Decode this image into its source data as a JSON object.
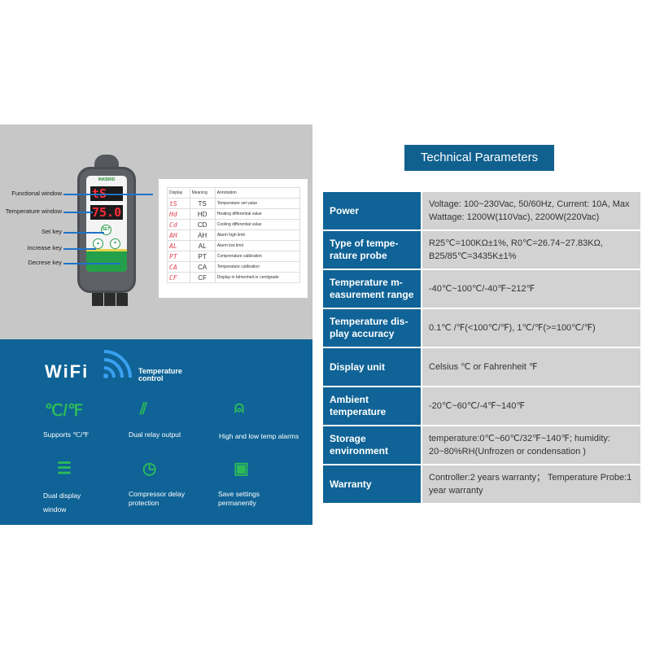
{
  "device": {
    "brand": "INKBIRD",
    "func_display": "tS",
    "temp_display": "75.0",
    "set_key": "SET",
    "up_key": "▲",
    "down_key": "▼"
  },
  "callouts": [
    "Functional window",
    "Temperature window",
    "Set key",
    "Increase key",
    "Decrese key"
  ],
  "codes": {
    "headers": [
      "Display",
      "Meaning",
      "Annotation"
    ],
    "rows": [
      [
        "tS",
        "TS",
        "Temperature set value"
      ],
      [
        "Hd",
        "HD",
        "Heating differential value"
      ],
      [
        "Cd",
        "CD",
        "Cooling differential value"
      ],
      [
        "AH",
        "AH",
        "Alarm high limit"
      ],
      [
        "AL",
        "AL",
        "Alarm low limit"
      ],
      [
        "PT",
        "PT",
        "Comprerature calibration"
      ],
      [
        "CA",
        "CA",
        "Temperature calibration"
      ],
      [
        "CF",
        "CF",
        "Display in fahrenheit or centigrade"
      ]
    ]
  },
  "promo": {
    "wifi": "WiFi",
    "subtitle_1": "Temperature",
    "subtitle_2": "control",
    "features": [
      {
        "icon": "celsius-fahrenheit-icon",
        "glyph": "℃/℉",
        "label": "Supports ℃/℉"
      },
      {
        "icon": "relay-icon",
        "glyph": "⫽",
        "label": "Dual relay output"
      },
      {
        "icon": "alarm-light-icon",
        "glyph": "⍝",
        "label": "High and low temp alarms"
      },
      {
        "icon": "dual-display-icon",
        "glyph": "☰",
        "label": "Dual display window"
      },
      {
        "icon": "clock-icon",
        "glyph": "◷",
        "label": "Compressor delay protection"
      },
      {
        "icon": "save-icon",
        "glyph": "▣",
        "label": "Save settings permanently"
      }
    ]
  },
  "specs": {
    "title": "Technical Parameters",
    "rows": [
      {
        "k": "Power",
        "v": "Voltage: 100~230Vac, 50/60Hz, Current: 10A, Max Wattage: 1200W(110Vac), 2200W(220Vac)"
      },
      {
        "k": "Type of tempe-rature probe",
        "v": "R25℃=100KΩ±1%, R0℃=26.74~27.83KΩ, B25/85℃=3435K±1%"
      },
      {
        "k": "Temperature m-easurement range",
        "v": "-40℃~100℃/-40℉~212℉"
      },
      {
        "k": "Temperature dis-play accuracy",
        "v": "0.1℃ /℉(<100℃/℉), 1℃/℉(>=100℃/℉)"
      },
      {
        "k": "Display unit",
        "v": "Celsius ℃ or Fahrenheit ℉"
      },
      {
        "k": "Ambient temperature",
        "v": "-20℃~60℃/-4℉~140℉"
      },
      {
        "k": "Storage environment",
        "v": "temperature:0℃~60℃/32℉~140℉; humidity: 20~80%RH(Unfrozen or condensation )"
      },
      {
        "k": "Warranty",
        "v": "Controller:2 years warranty； Temperature Probe:1 year warranty"
      }
    ]
  }
}
